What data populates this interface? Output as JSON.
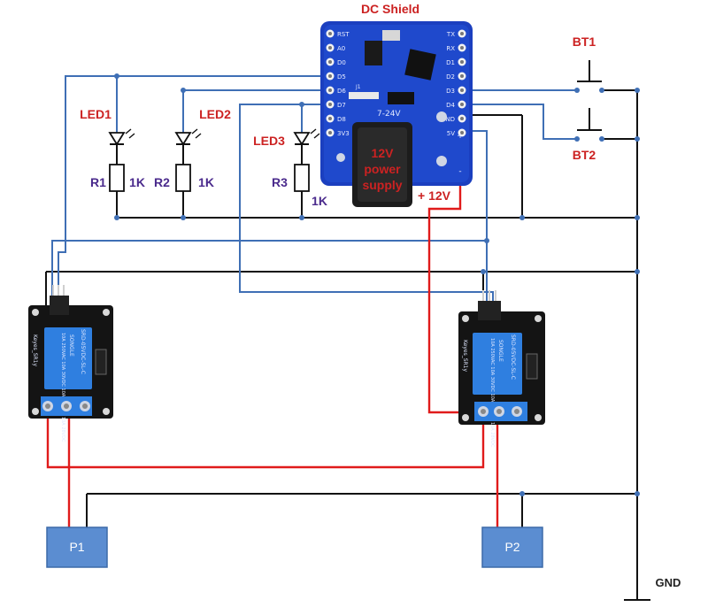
{
  "title": "DC Shield",
  "shield": {
    "left_pins": [
      "RST",
      "A0",
      "D0",
      "D5",
      "D6",
      "D7",
      "D8",
      "3V3"
    ],
    "right_pins": [
      "TX",
      "RX",
      "D1",
      "D2",
      "D3",
      "D4",
      "GND",
      "5V"
    ],
    "board_marks": [
      "J1",
      "7-24V"
    ],
    "supply_label": "12V power supply",
    "supply_plus": "+",
    "supply_minus": "-"
  },
  "leds": [
    "LED1",
    "LED2",
    "LED3"
  ],
  "resistors": [
    {
      "name": "R1",
      "value": "1K"
    },
    {
      "name": "R2",
      "value": "1K"
    },
    {
      "name": "R3",
      "value": "1K"
    }
  ],
  "buttons": [
    "BT1",
    "BT2"
  ],
  "plus12v": "+ 12V",
  "gnd": "GND",
  "pumps": [
    "P1",
    "P2"
  ],
  "relay": {
    "brand": "SONGLE",
    "model": "SRD-05VDC-SL-C",
    "rating": "10A 250VAC 10A 30VDC 10A 125VAC 10A 28VDC",
    "module": "Keyes_SR1y"
  }
}
